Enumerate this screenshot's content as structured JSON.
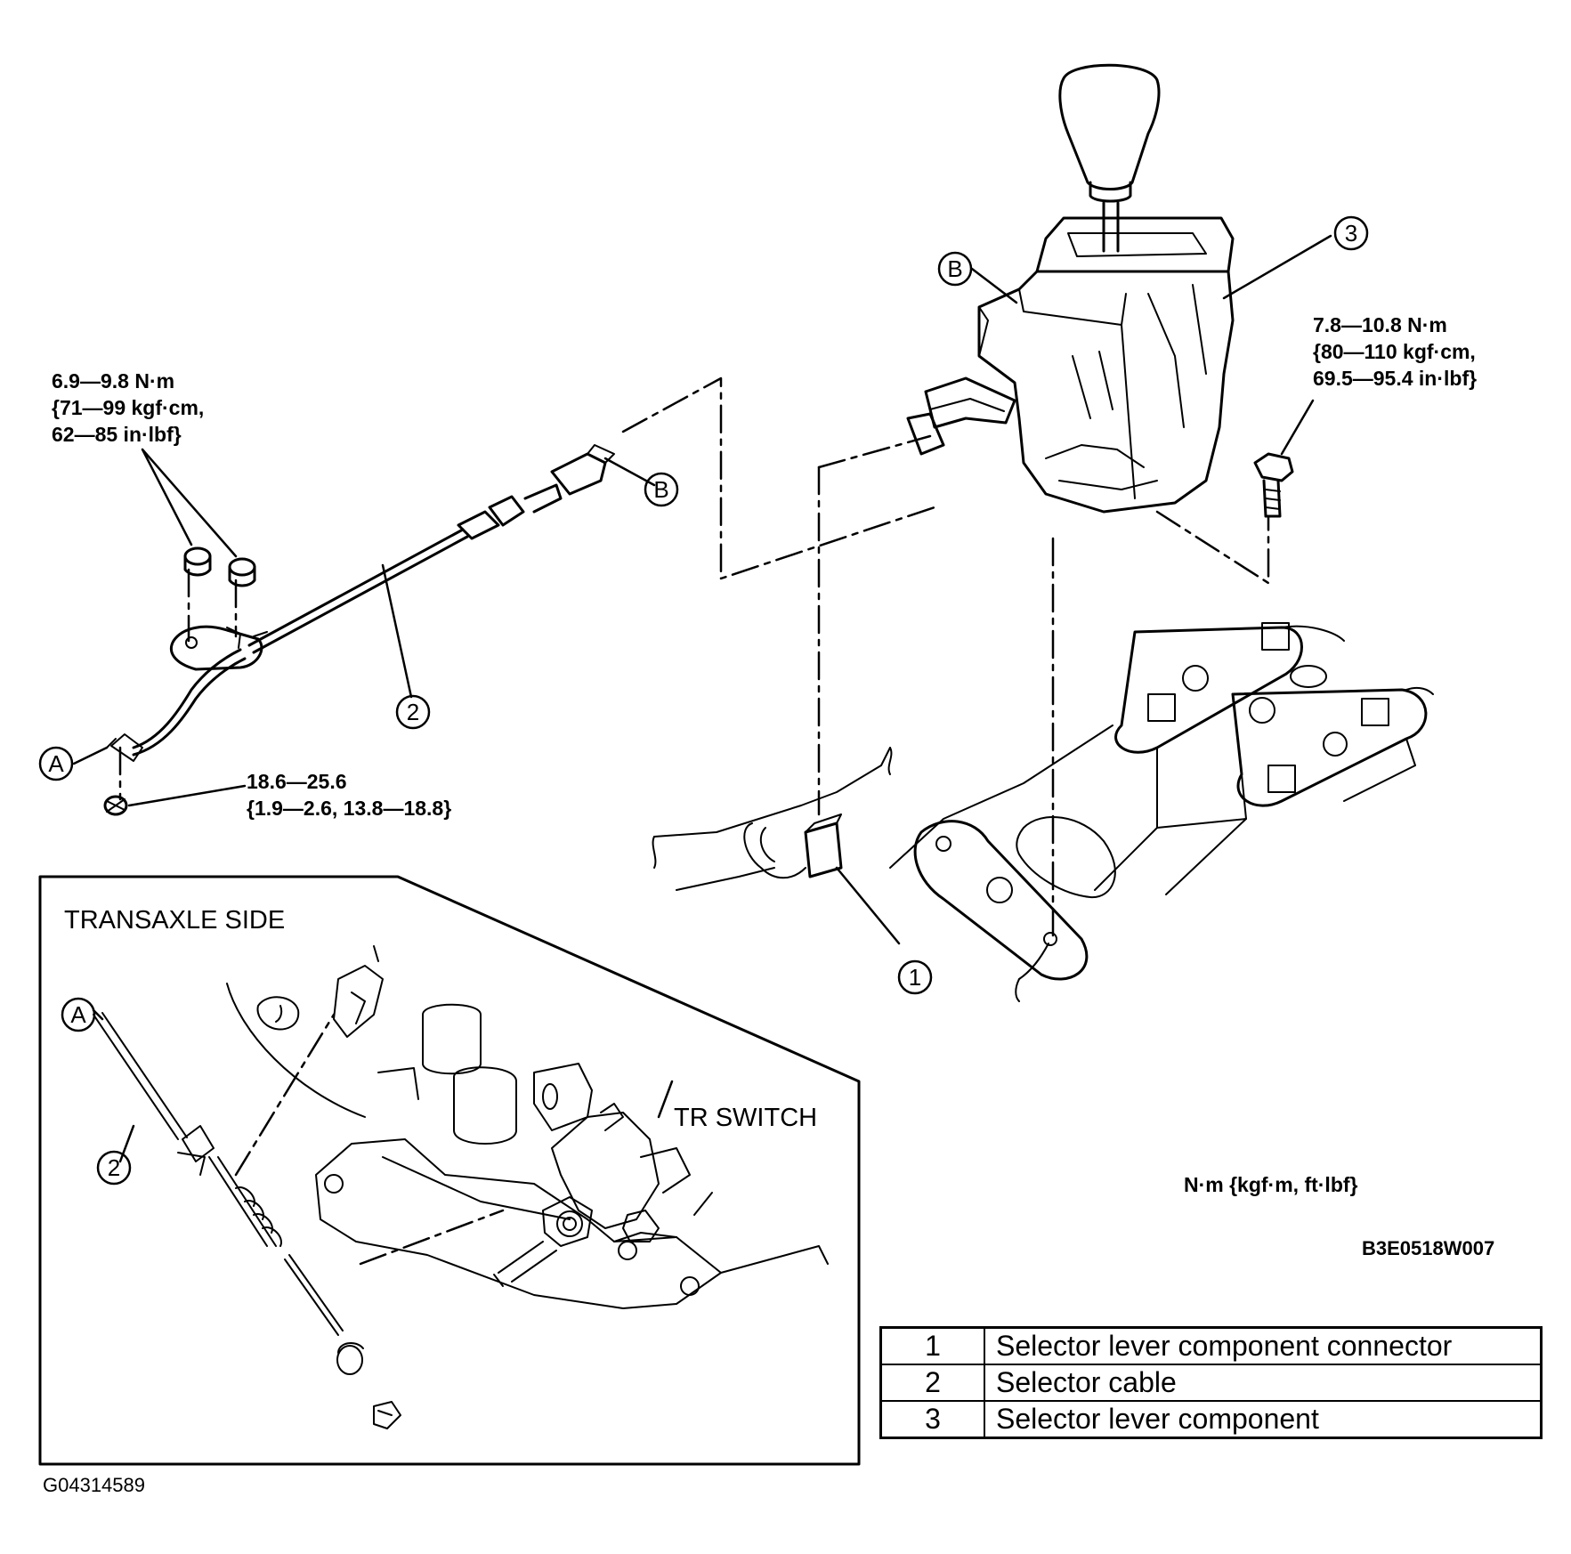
{
  "torque_specs": {
    "bracket_nuts": [
      "6.9—9.8 N·m",
      "{71—99 kgf·cm,",
      "62—85 in·lbf}"
    ],
    "cable_nut": [
      "18.6—25.6",
      "{1.9—2.6, 13.8—18.8}"
    ],
    "selector_bolt": [
      "7.8—10.8 N·m",
      "{80—110 kgf·cm,",
      "69.5—95.4 in·lbf}"
    ]
  },
  "inset": {
    "title": "TRANSAXLE SIDE",
    "switch_label": "TR SWITCH"
  },
  "callouts": {
    "c1": "1",
    "c2": "2",
    "c3": "3",
    "A": "A",
    "B": "B"
  },
  "units_note": "N·m {kgf·m, ft·lbf}",
  "figure_code": "B3E0518W007",
  "image_code": "G04314589",
  "legend": [
    {
      "num": "1",
      "desc": "Selector lever component connector"
    },
    {
      "num": "2",
      "desc": "Selector cable"
    },
    {
      "num": "3",
      "desc": "Selector lever component"
    }
  ]
}
